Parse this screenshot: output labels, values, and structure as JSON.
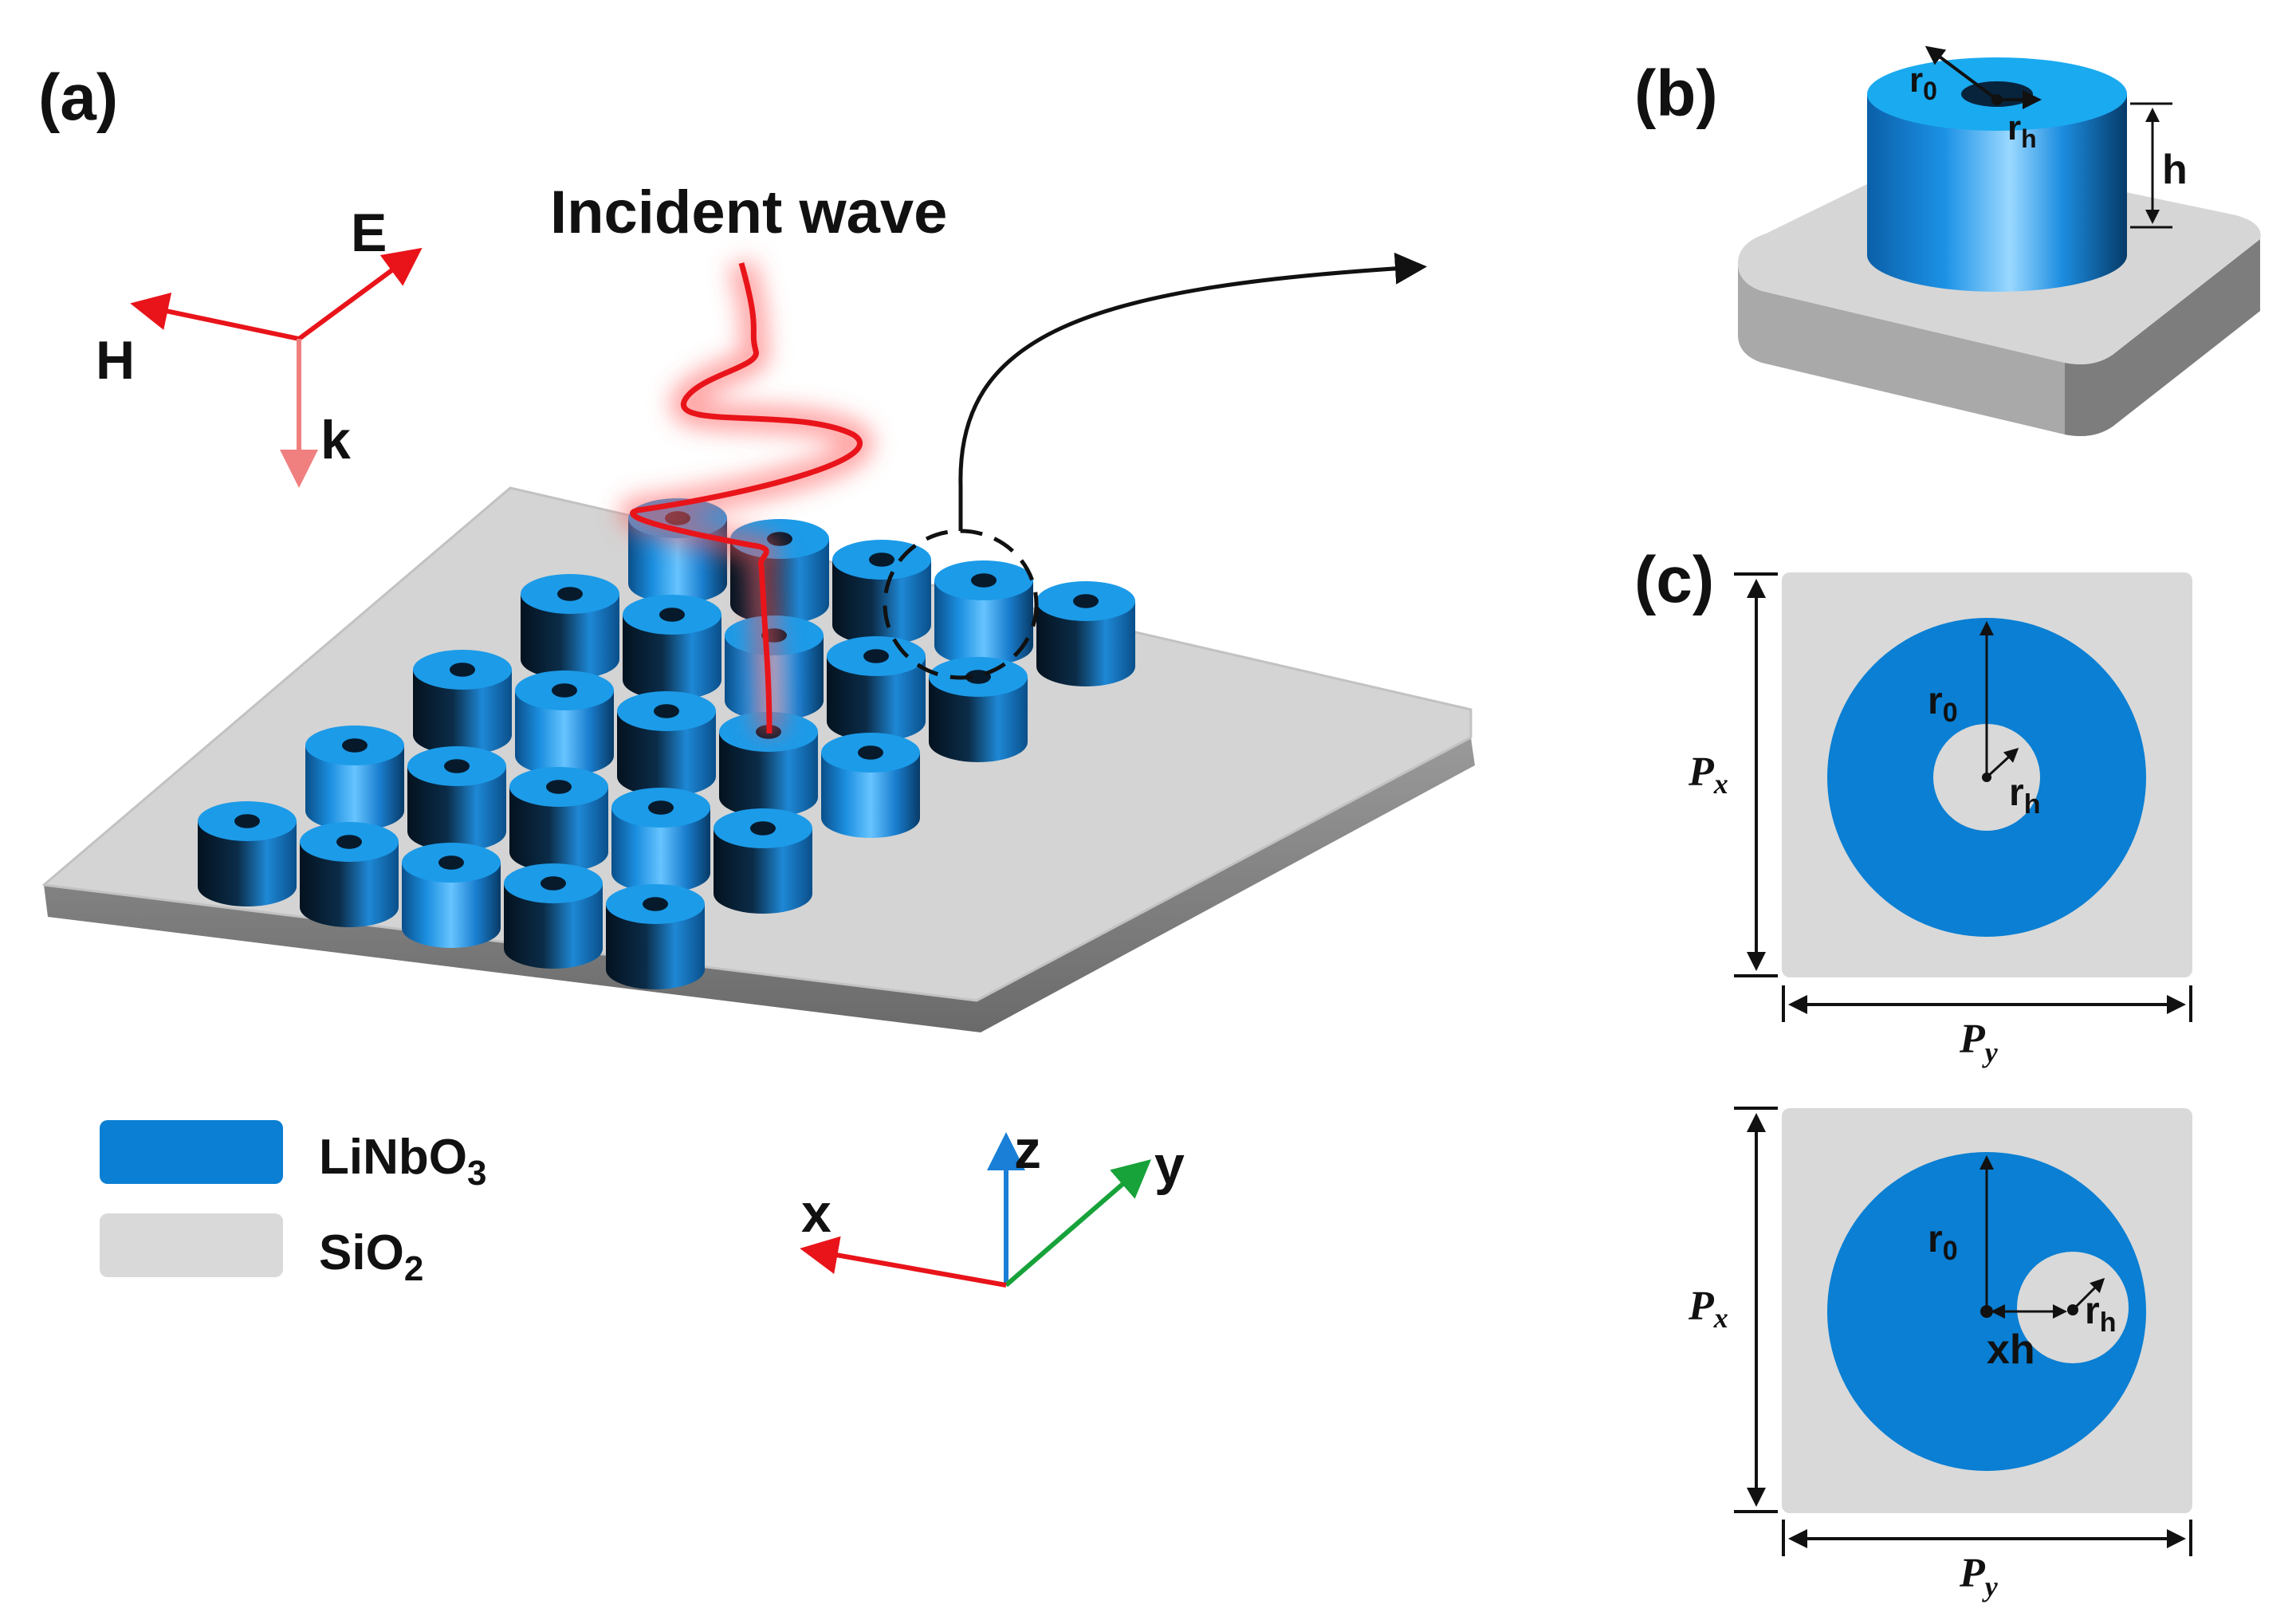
{
  "panels": {
    "a": "(a)",
    "b": "(b)",
    "c": "(c)"
  },
  "incident_label": "Incident wave",
  "field_axes": {
    "e": "E",
    "h": "H",
    "k": "k"
  },
  "coord_axes": {
    "x": "x",
    "y": "y",
    "z": "z"
  },
  "legend": [
    {
      "base": "LiNbO",
      "sub": "3",
      "color": "#0a7fd3"
    },
    {
      "base": "SiO",
      "sub": "2",
      "color": "#d9d9d9"
    }
  ],
  "dims": {
    "r0_base": "r",
    "r0_sub": "0",
    "rh_base": "r",
    "rh_sub": "h",
    "h": "h",
    "px_base": "P",
    "px_sub": "x",
    "py_base": "P",
    "py_sub": "y",
    "xh": "xh"
  },
  "colors": {
    "linbo3": "#0a7fd3",
    "sio2": "#d9d9d9",
    "incident": "#e8141a",
    "axis_x": "#e8141a",
    "axis_y": "#17a23a",
    "axis_z": "#1a7fd6"
  }
}
